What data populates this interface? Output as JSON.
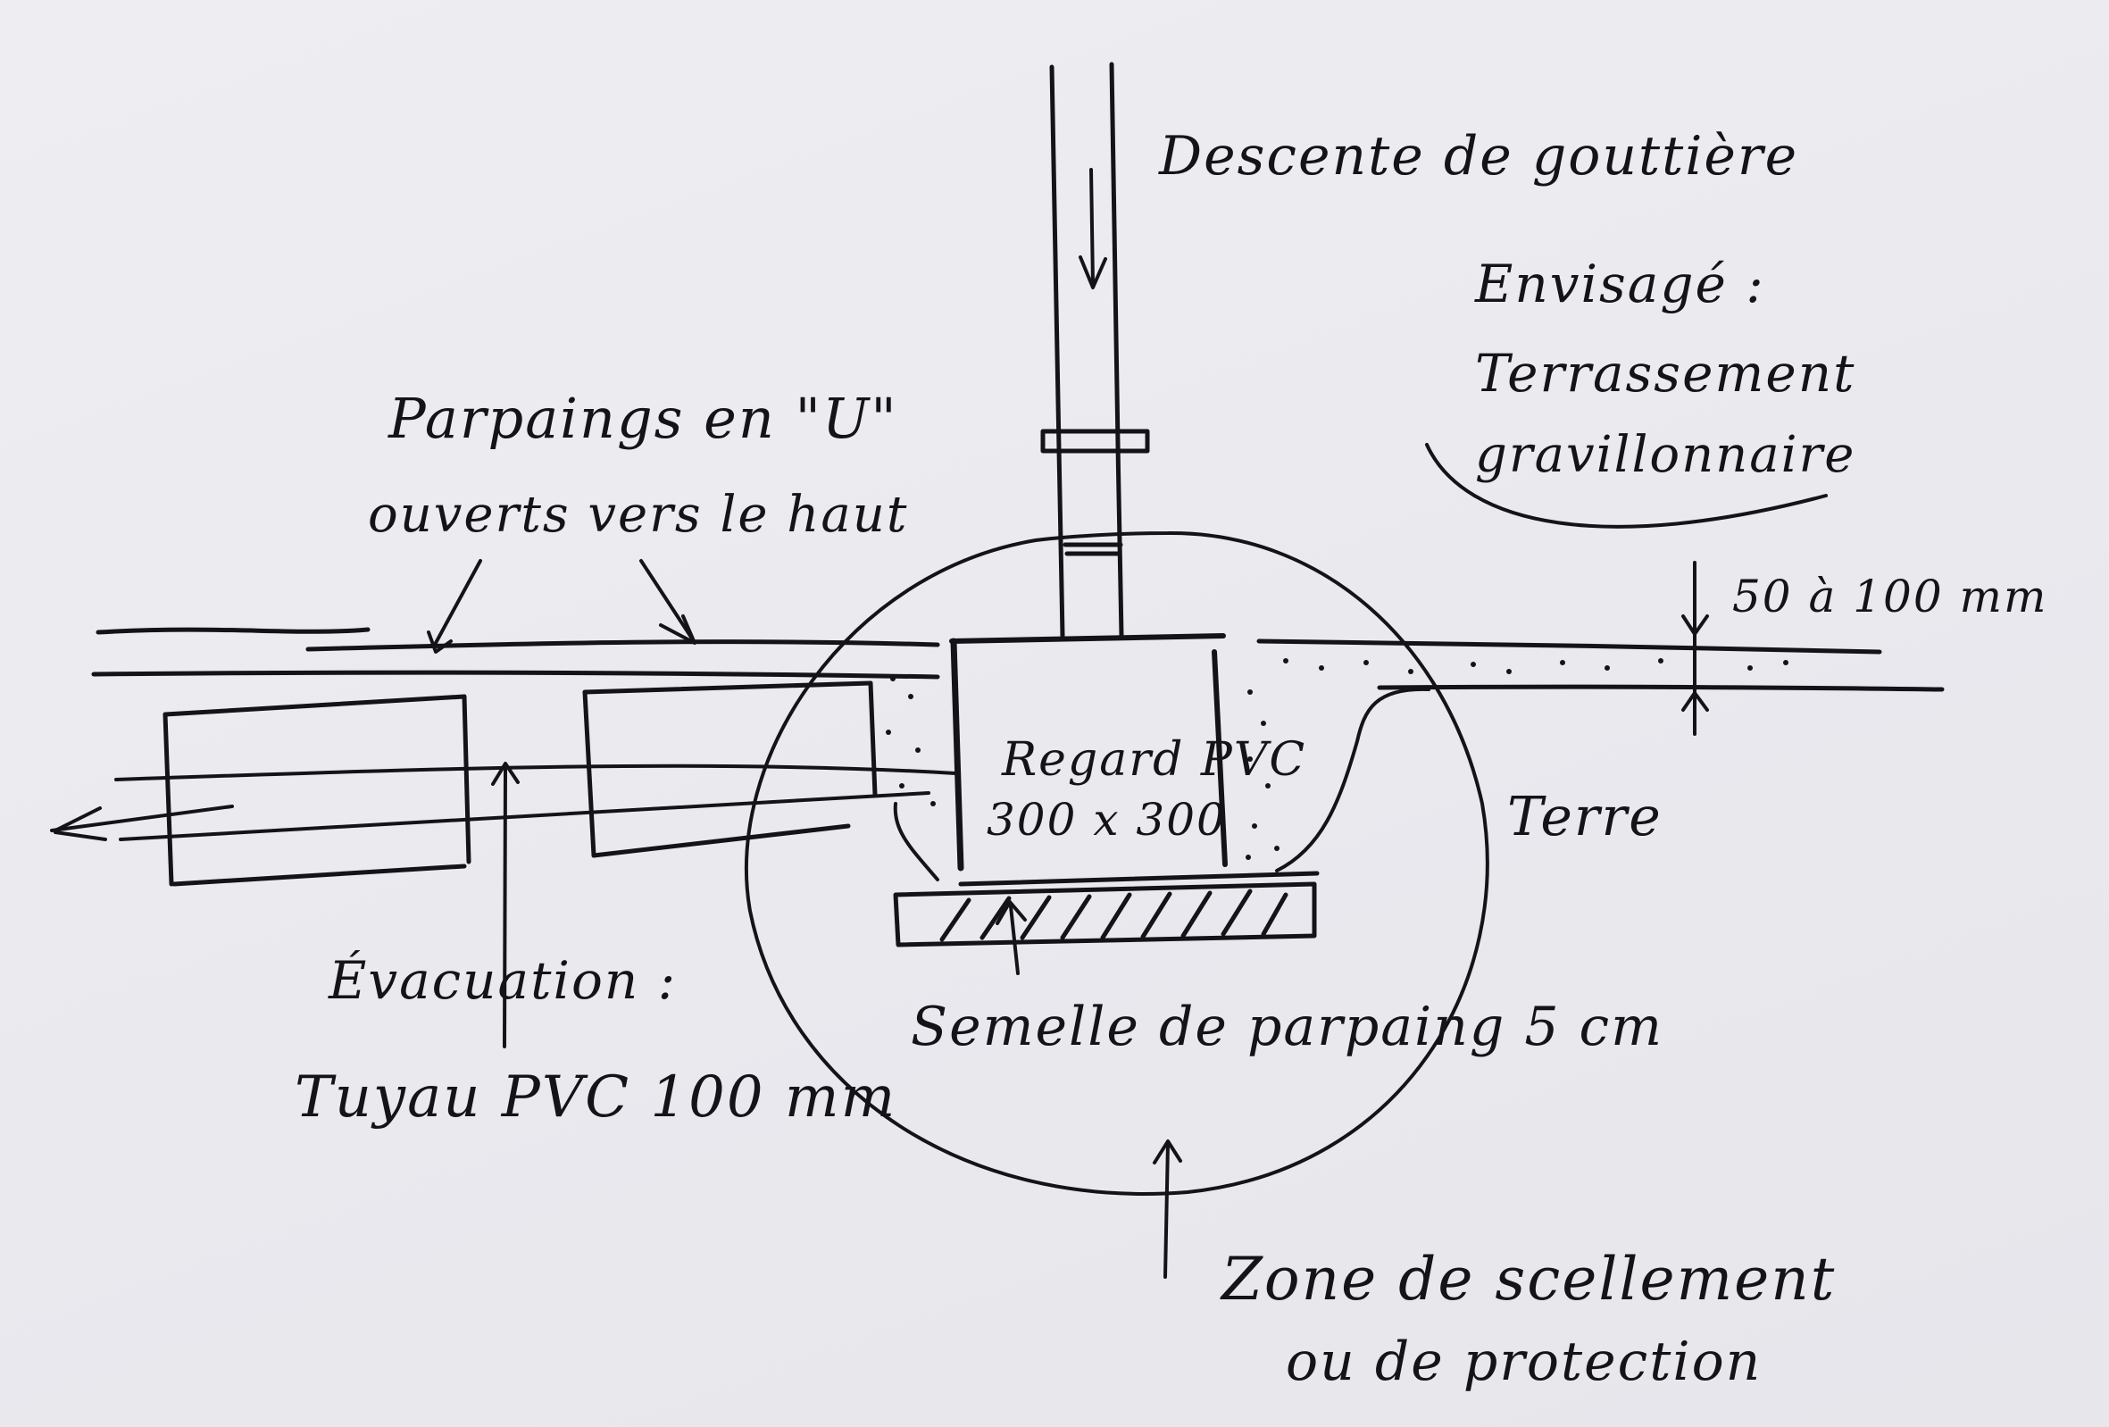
{
  "labels": {
    "descente": "Descente de gouttière",
    "envisage_title": "Envisagé :",
    "envisage_line1": "Terrassement",
    "envisage_line2": "gravillonnaire",
    "parpaings_line1": "Parpaings en \"U\"",
    "parpaings_line2": "ouverts vers le haut",
    "thickness": "50 à 100 mm",
    "regard_line1": "Regard PVC",
    "regard_line2": "300 x 300",
    "terre": "Terre",
    "evacuation_line1": "Évacuation :",
    "evacuation_line2": "Tuyau PVC 100 mm",
    "semelle": "Semelle de parpaing 5 cm",
    "zone_line1": "Zone de scellement",
    "zone_line2": "ou de protection"
  }
}
